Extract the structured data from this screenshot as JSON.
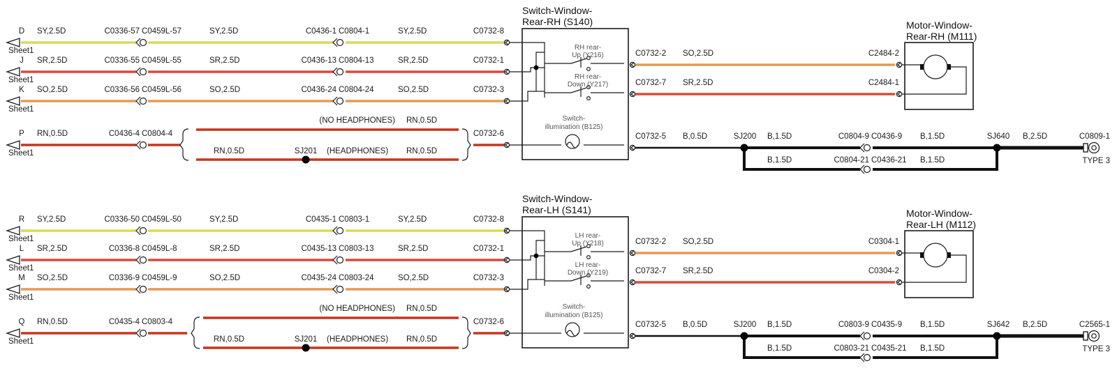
{
  "colors": {
    "SY": "#dada5a",
    "SR": "#d94a3c",
    "SO": "#e49a55",
    "RN": "#c4361f",
    "B": "#111111"
  },
  "panels": [
    {
      "id": "rh",
      "switch_title": [
        "Switch-Window-",
        "Rear-RH (S140)"
      ],
      "motor_title": [
        "Motor-Window-",
        "Rear-RH (M111)"
      ],
      "switch_up": [
        "RH rear-",
        "Up (Y216)"
      ],
      "switch_down": [
        "RH rear-",
        "Down (Y217)"
      ],
      "illum": [
        "Switch-",
        "illumination (B125)"
      ],
      "inputs": [
        {
          "letter": "D",
          "sheet": "Sheet1",
          "wire1": "SY,2.5D",
          "c1": "C0336-57",
          "c2": "C0459L-57",
          "wire2": "SY,2.5D",
          "c3": "C0436-1",
          "c4": "C0804-1",
          "wire3": "SY,2.5D",
          "pin": "C0732-8"
        },
        {
          "letter": "J",
          "sheet": "Sheet1",
          "wire1": "SR,2.5D",
          "c1": "C0336-55",
          "c2": "C0459L-55",
          "wire2": "SR,2.5D",
          "c3": "C0436-13",
          "c4": "C0804-13",
          "wire3": "SR,2.5D",
          "pin": "C0732-1"
        },
        {
          "letter": "K",
          "sheet": "Sheet1",
          "wire1": "SO,2.5D",
          "c1": "C0336-56",
          "c2": "C0459L-56",
          "wire2": "SO,2.5D",
          "c3": "C0436-24",
          "c4": "C0804-24",
          "wire3": "SO,2.5D",
          "pin": "C0732-3"
        }
      ],
      "illum_row": {
        "letter": "P",
        "sheet": "Sheet1",
        "wire1": "RN,0.5D",
        "c1": "C0436-4",
        "c2": "C0804-4",
        "no_hp_label": "(NO HEADPHONES)",
        "no_hp_wire": "RN,0.5D",
        "hp_wire_left": "RN,0.5D",
        "splice": "SJ201",
        "hp_label": "(HEADPHONES)",
        "hp_wire_right": "RN,0.5D",
        "pin": "C0732-6"
      },
      "outputs": [
        {
          "pin": "C0732-2",
          "wire": "SO,2.5D",
          "motor_pin": "C2484-2"
        },
        {
          "pin": "C0732-7",
          "wire": "SR,2.5D",
          "motor_pin": "C2484-1"
        }
      ],
      "ground": {
        "pin": "C0732-5",
        "wire1": "B,0.5D",
        "sj_a": "SJ200",
        "wire2": "B,1.5D",
        "c_top1": "C0804-9",
        "c_top2": "C0436-9",
        "wire3": "B,1.5D",
        "sj_b": "SJ640",
        "wire4": "B,2.5D",
        "end": "C0809-1",
        "type": "TYPE 3",
        "loop_wire1": "B,1.5D",
        "c_bot1": "C0804-21",
        "c_bot2": "C0436-21",
        "loop_wire2": "B,1.5D"
      }
    },
    {
      "id": "lh",
      "switch_title": [
        "Switch-Window-",
        "Rear-LH (S141)"
      ],
      "motor_title": [
        "Motor-Window-",
        "Rear-LH (M112)"
      ],
      "switch_up": [
        "LH rear-",
        "Up (Y218)"
      ],
      "switch_down": [
        "LH rear-",
        "Down (Y219)"
      ],
      "illum": [
        "Switch-",
        "illumination (B125)"
      ],
      "inputs": [
        {
          "letter": "R",
          "sheet": "Sheet1",
          "wire1": "SY,2.5D",
          "c1": "C0336-50",
          "c2": "C0459L-50",
          "wire2": "SY,2.5D",
          "c3": "C0435-1",
          "c4": "C0803-1",
          "wire3": "SY,2.5D",
          "pin": "C0732-8"
        },
        {
          "letter": "L",
          "sheet": "Sheet1",
          "wire1": "SR,2.5D",
          "c1": "C0336-8",
          "c2": "C0459L-8",
          "wire2": "SR,2.5D",
          "c3": "C0435-13",
          "c4": "C0803-13",
          "wire3": "SR,2.5D",
          "pin": "C0732-1"
        },
        {
          "letter": "M",
          "sheet": "Sheet1",
          "wire1": "SO,2.5D",
          "c1": "C0336-9",
          "c2": "C0459L-9",
          "wire2": "SO,2.5D",
          "c3": "C0435-24",
          "c4": "C0803-24",
          "wire3": "SO,2.5D",
          "pin": "C0732-3"
        }
      ],
      "illum_row": {
        "letter": "Q",
        "sheet": "Sheet1",
        "wire1": "RN,0.5D",
        "c1": "C0435-4",
        "c2": "C0803-4",
        "no_hp_label": "(NO HEADPHONES)",
        "no_hp_wire": "RN,0.5D",
        "hp_wire_left": "RN,0.5D",
        "splice": "SJ201",
        "hp_label": "(HEADPHONES)",
        "hp_wire_right": "RN,0.5D",
        "pin": "C0732-6"
      },
      "outputs": [
        {
          "pin": "C0732-2",
          "wire": "SO,2.5D",
          "motor_pin": "C0304-1"
        },
        {
          "pin": "C0732-7",
          "wire": "SR,2.5D",
          "motor_pin": "C0304-2"
        }
      ],
      "ground": {
        "pin": "C0732-5",
        "wire1": "B,0.5D",
        "sj_a": "SJ200",
        "wire2": "B,1.5D",
        "c_top1": "C0803-9",
        "c_top2": "C0435-9",
        "wire3": "B,1.5D",
        "sj_b": "SJ642",
        "wire4": "B,2.5D",
        "end": "C2565-1",
        "type": "TYPE 3",
        "loop_wire1": "B,1.5D",
        "c_bot1": "C0803-21",
        "c_bot2": "C0435-21",
        "loop_wire2": "B,1.5D"
      }
    }
  ]
}
